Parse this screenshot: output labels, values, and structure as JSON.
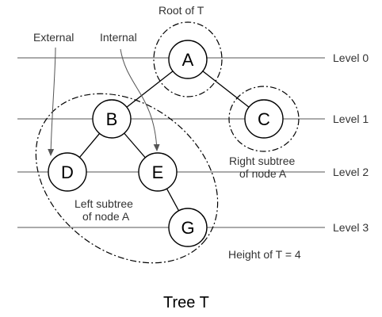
{
  "labels": {
    "root": "Root of T",
    "external": "External",
    "internal": "Internal",
    "right_subtree_line1": "Right subtree",
    "right_subtree_line2": "of node A",
    "left_subtree_line1": "Left subtree",
    "left_subtree_line2": "of node A",
    "height": "Height of T = 4",
    "caption": "Tree T"
  },
  "levels": [
    "Level 0",
    "Level 1",
    "Level 2",
    "Level 3"
  ],
  "nodes": [
    {
      "id": "A",
      "label": "A",
      "level": 0
    },
    {
      "id": "B",
      "label": "B",
      "level": 1
    },
    {
      "id": "C",
      "label": "C",
      "level": 1
    },
    {
      "id": "D",
      "label": "D",
      "level": 2
    },
    {
      "id": "E",
      "label": "E",
      "level": 2
    },
    {
      "id": "G",
      "label": "G",
      "level": 3
    }
  ],
  "edges": [
    {
      "from": "A",
      "to": "B"
    },
    {
      "from": "A",
      "to": "C"
    },
    {
      "from": "B",
      "to": "D"
    },
    {
      "from": "B",
      "to": "E"
    },
    {
      "from": "E",
      "to": "G"
    }
  ]
}
